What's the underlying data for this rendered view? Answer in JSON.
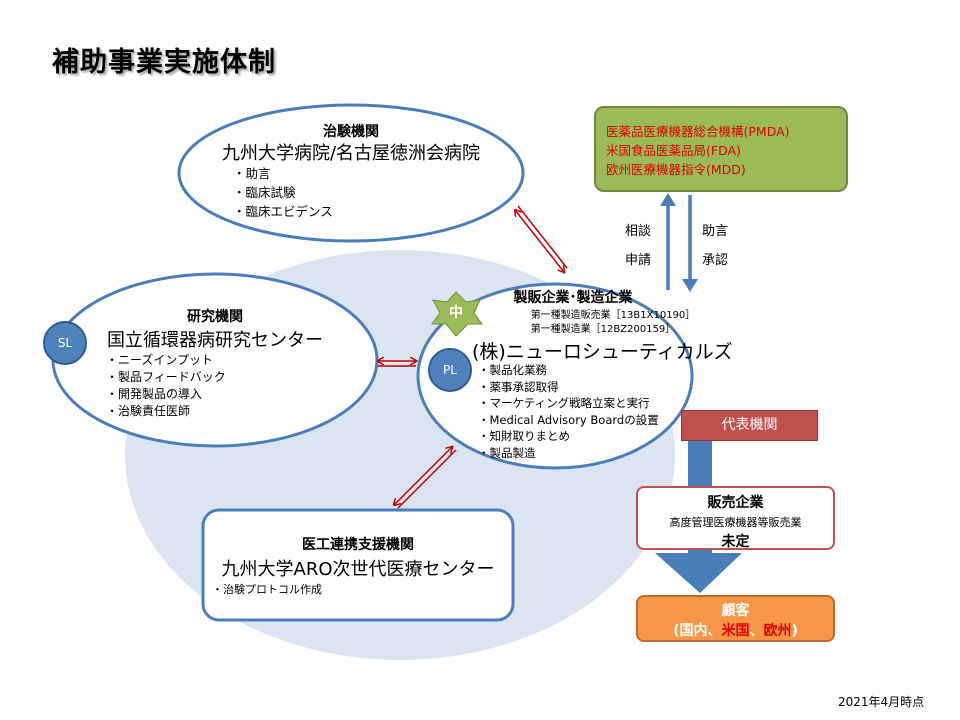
{
  "title": "補助事業実施体制",
  "trial": {
    "header": "治験機関",
    "name": "九州大学病院/名古屋徳洲会病院",
    "items": [
      "助言",
      "臨床試験",
      "臨床エビデンス"
    ]
  },
  "research": {
    "header": "研究機関",
    "name": "国立循環器病研究センター",
    "badge": "SL",
    "items": [
      "ニーズインプット",
      "製品フィードバック",
      "開発製品の導入",
      "治験責任医師"
    ]
  },
  "manufacturer": {
    "header": "製販企業･製造企業",
    "license1": "第一種製造販売業［13B1X10190］",
    "license2": "第一種製造業［12BZ200159］",
    "name": "(株)ニューロシューティカルズ",
    "badge": "PL",
    "star": "中",
    "items": [
      "製品化業務",
      "薬事承認取得",
      "マーケティング戦略立案と実行",
      "Medical Advisory Boardの設置",
      "知財取りまとめ",
      "製品製造"
    ],
    "rep": "代表機関"
  },
  "support": {
    "header": "医工連携支援機関",
    "name": "九州大学ARO次世代医療センター",
    "items": [
      "治験プロトコル作成"
    ]
  },
  "regulators": [
    "医薬品医療機器総合機構(PMDA)",
    "米国食品医薬品局(FDA)",
    "欧州医療機器指令(MDD)"
  ],
  "flow": {
    "up1": "相談",
    "up2": "申請",
    "down1": "助言",
    "down2": "承認"
  },
  "sales": {
    "header": "販売企業",
    "sub": "高度管理医療機器等販売業",
    "status": "未定"
  },
  "customer": {
    "header": "顧客",
    "open": "(国内、",
    "us": "米国",
    "sep": "、",
    "eu": "欧州",
    "close": ")"
  },
  "date": "2021年4月時点",
  "colors": {
    "ellipse_stroke": "#4a7ebb",
    "light_bg": "#dbe5f1",
    "regulator_fill": "#9bbb59",
    "rep_fill": "#c0504d",
    "customer_fill": "#f79646",
    "arrow_red": "#c00000"
  }
}
